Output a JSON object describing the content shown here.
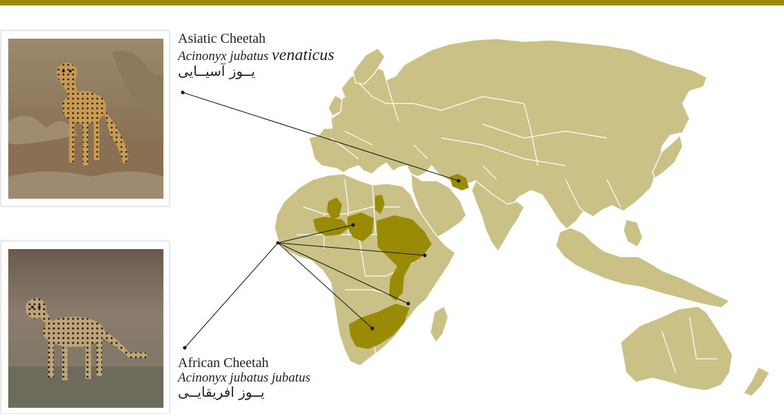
{
  "colors": {
    "accent_bar": "#9a8b07",
    "land": "#c9c185",
    "cheetah_range": "#9a8b07",
    "leader_line": "#1b1b1b"
  },
  "asiatic": {
    "common_name": "Asiatic Cheetah",
    "sci_genus_species": "Acinonyx jubatus",
    "sci_subspecies": "venaticus",
    "persian_name": "یــوز آسیــایی",
    "photo_icon": "cheetah-photo-icon"
  },
  "african": {
    "common_name": "African Cheetah",
    "sci_name": "Acinonyx jubatus jubatus",
    "persian_name": "یــوز افریقایــی",
    "photo_icon": "cheetah-photo-icon"
  }
}
